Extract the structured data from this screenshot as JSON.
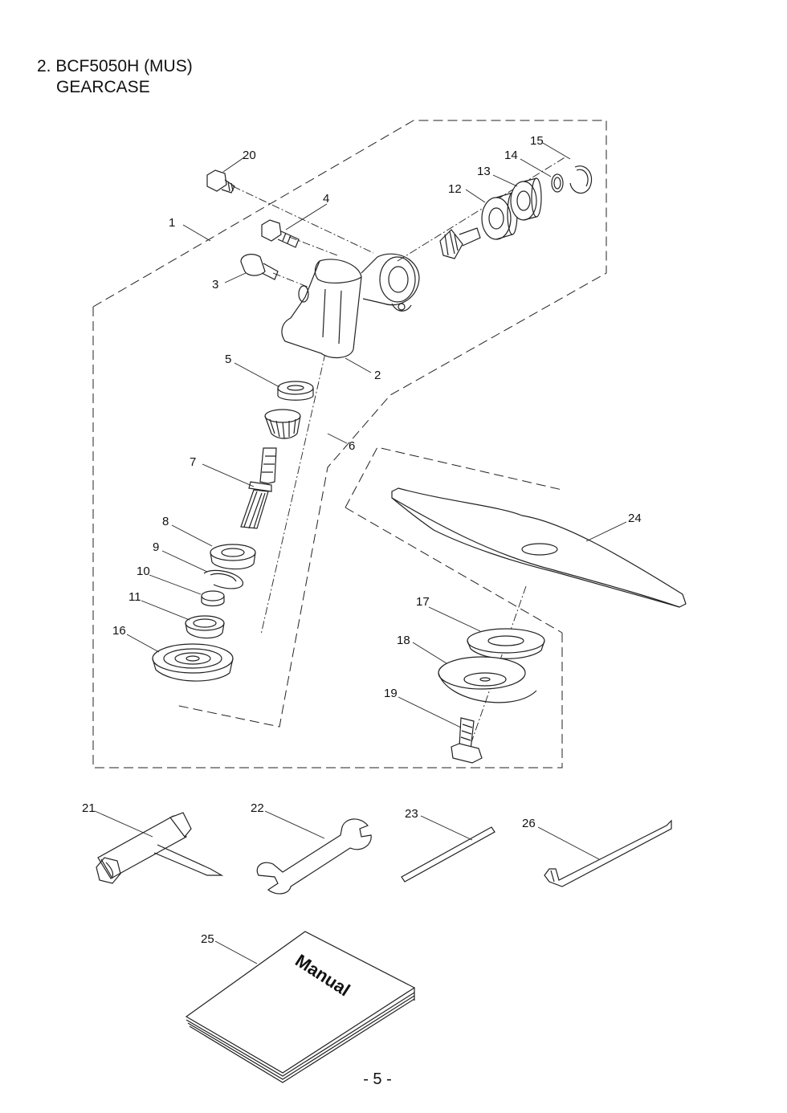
{
  "header": {
    "title_line1": "2. BCF5050H (MUS)",
    "title_line2": "GEARCASE"
  },
  "manual_cover_text": "Manual",
  "page_number": "- 5 -",
  "callouts": [
    {
      "id": "1",
      "label": "1"
    },
    {
      "id": "2",
      "label": "2"
    },
    {
      "id": "3",
      "label": "3"
    },
    {
      "id": "4",
      "label": "4"
    },
    {
      "id": "5",
      "label": "5"
    },
    {
      "id": "6",
      "label": "6"
    },
    {
      "id": "7",
      "label": "7"
    },
    {
      "id": "8",
      "label": "8"
    },
    {
      "id": "9",
      "label": "9"
    },
    {
      "id": "10",
      "label": "10"
    },
    {
      "id": "11",
      "label": "11"
    },
    {
      "id": "12",
      "label": "12"
    },
    {
      "id": "13",
      "label": "13"
    },
    {
      "id": "14",
      "label": "14"
    },
    {
      "id": "15",
      "label": "15"
    },
    {
      "id": "16",
      "label": "16"
    },
    {
      "id": "17",
      "label": "17"
    },
    {
      "id": "18",
      "label": "18"
    },
    {
      "id": "19",
      "label": "19"
    },
    {
      "id": "20",
      "label": "20"
    },
    {
      "id": "21",
      "label": "21"
    },
    {
      "id": "22",
      "label": "22"
    },
    {
      "id": "23",
      "label": "23"
    },
    {
      "id": "24",
      "label": "24"
    },
    {
      "id": "25",
      "label": "25"
    },
    {
      "id": "26",
      "label": "26"
    }
  ]
}
